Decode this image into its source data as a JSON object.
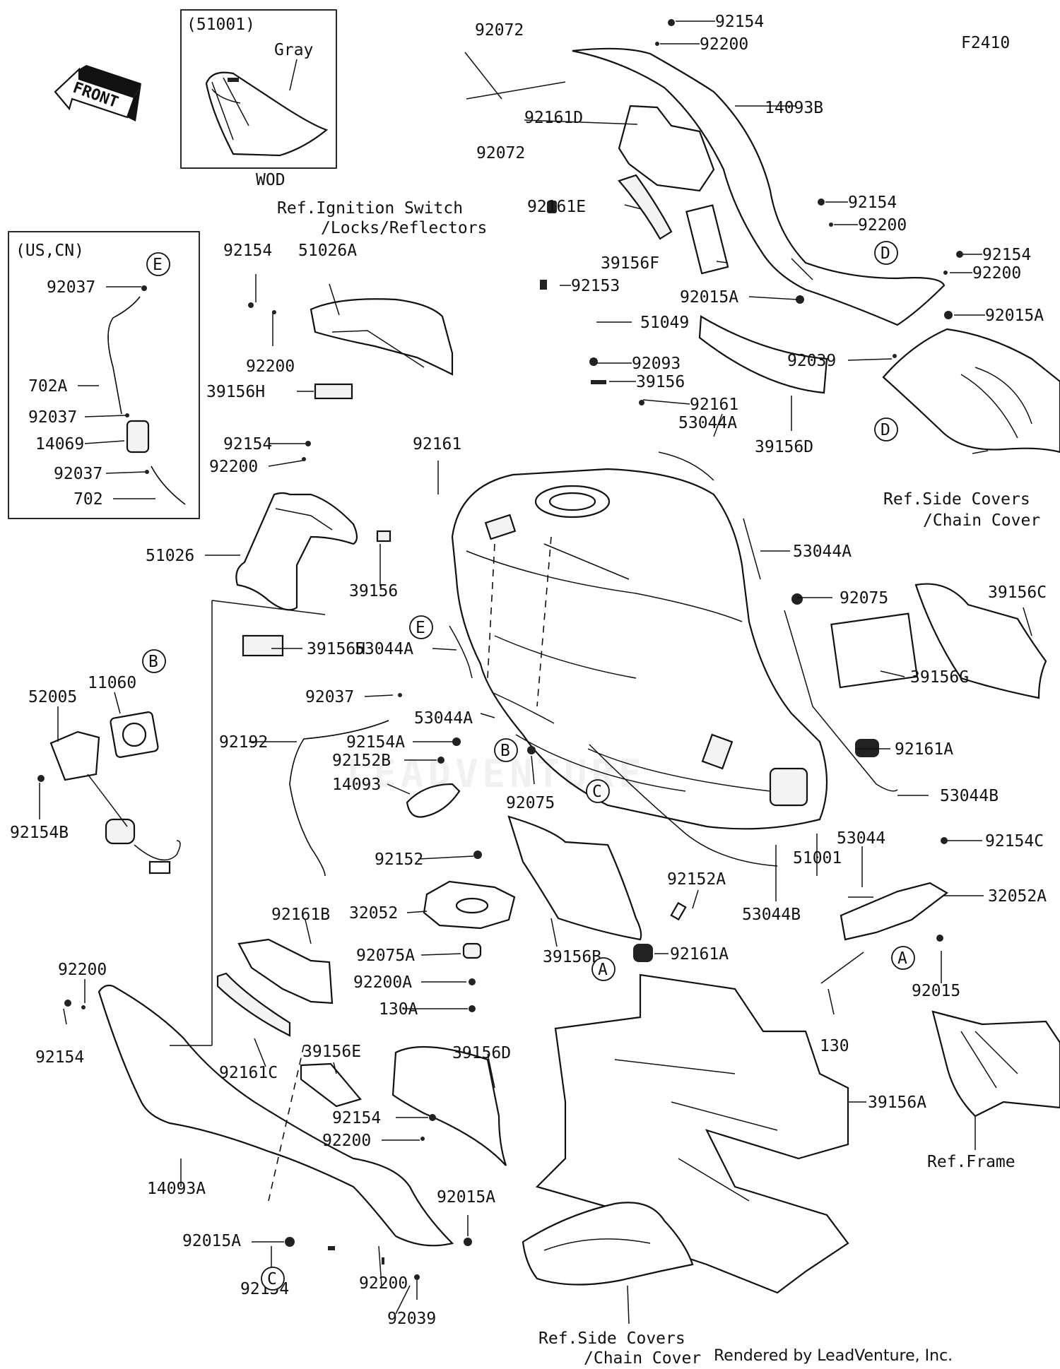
{
  "diagram_code": "F2410",
  "front_arrow": "FRONT",
  "inset_wod": {
    "code": "(51001)",
    "color": "Gray",
    "caption": "WOD"
  },
  "inset_us": {
    "region": "(US,CN)"
  },
  "references": {
    "ignition_line1": "Ref.Ignition Switch",
    "ignition_line2": "/Locks/Reflectors",
    "side_right_line1": "Ref.Side Covers",
    "side_right_line2": "/Chain Cover",
    "side_bottom_line1": "Ref.Side Covers",
    "side_bottom_line2": "/Chain Cover",
    "frame": "Ref.Frame"
  },
  "rendered_by": "Rendered by LeadVenture, Inc.",
  "watermark": "LEADVENTURE",
  "callouts": [
    {
      "text": "92154"
    },
    {
      "text": "92200"
    },
    {
      "text": "92072"
    },
    {
      "text": "92072"
    },
    {
      "text": "92161D"
    },
    {
      "text": "14093B"
    },
    {
      "text": "92161E"
    },
    {
      "text": "92154"
    },
    {
      "text": "92200"
    },
    {
      "text": "92154"
    },
    {
      "text": "92200"
    },
    {
      "text": "39156F"
    },
    {
      "text": "92015A"
    },
    {
      "text": "92015A"
    },
    {
      "text": "92039"
    },
    {
      "text": "92153"
    },
    {
      "text": "51049"
    },
    {
      "text": "92093"
    },
    {
      "text": "39156"
    },
    {
      "text": "92161"
    },
    {
      "text": "53044A"
    },
    {
      "text": "39156D"
    },
    {
      "text": "92154"
    },
    {
      "text": "51026A"
    },
    {
      "text": "92200"
    },
    {
      "text": "39156H"
    },
    {
      "text": "92037"
    },
    {
      "text": "702A"
    },
    {
      "text": "92037"
    },
    {
      "text": "14069"
    },
    {
      "text": "92037"
    },
    {
      "text": "702"
    },
    {
      "text": "92161"
    },
    {
      "text": "92154"
    },
    {
      "text": "92200"
    },
    {
      "text": "51026"
    },
    {
      "text": "39156"
    },
    {
      "text": "53044A"
    },
    {
      "text": "92075"
    },
    {
      "text": "39156C"
    },
    {
      "text": "39156H"
    },
    {
      "text": "53044A"
    },
    {
      "text": "39156G"
    },
    {
      "text": "92037"
    },
    {
      "text": "53044A"
    },
    {
      "text": "11060"
    },
    {
      "text": "52005"
    },
    {
      "text": "92192"
    },
    {
      "text": "92154A"
    },
    {
      "text": "92152B"
    },
    {
      "text": "14093"
    },
    {
      "text": "92161A"
    },
    {
      "text": "92075"
    },
    {
      "text": "53044B"
    },
    {
      "text": "92154B"
    },
    {
      "text": "53044"
    },
    {
      "text": "92154C"
    },
    {
      "text": "51001"
    },
    {
      "text": "92152"
    },
    {
      "text": "92152A"
    },
    {
      "text": "32052A"
    },
    {
      "text": "32052"
    },
    {
      "text": "53044B"
    },
    {
      "text": "92161B"
    },
    {
      "text": "92075A"
    },
    {
      "text": "39156B"
    },
    {
      "text": "92161A"
    },
    {
      "text": "92015"
    },
    {
      "text": "92200A"
    },
    {
      "text": "130A"
    },
    {
      "text": "130"
    },
    {
      "text": "92200"
    },
    {
      "text": "92154"
    },
    {
      "text": "92161C"
    },
    {
      "text": "39156E"
    },
    {
      "text": "39156D"
    },
    {
      "text": "92154"
    },
    {
      "text": "92200"
    },
    {
      "text": "39156A"
    },
    {
      "text": "14093A"
    },
    {
      "text": "92015A"
    },
    {
      "text": "92015A"
    },
    {
      "text": "92154"
    },
    {
      "text": "92200"
    },
    {
      "text": "92039"
    }
  ],
  "markers": [
    {
      "letter": "E"
    },
    {
      "letter": "D"
    },
    {
      "letter": "D"
    },
    {
      "letter": "E"
    },
    {
      "letter": "B"
    },
    {
      "letter": "B"
    },
    {
      "letter": "C"
    },
    {
      "letter": "A"
    },
    {
      "letter": "A"
    },
    {
      "letter": "C"
    }
  ]
}
